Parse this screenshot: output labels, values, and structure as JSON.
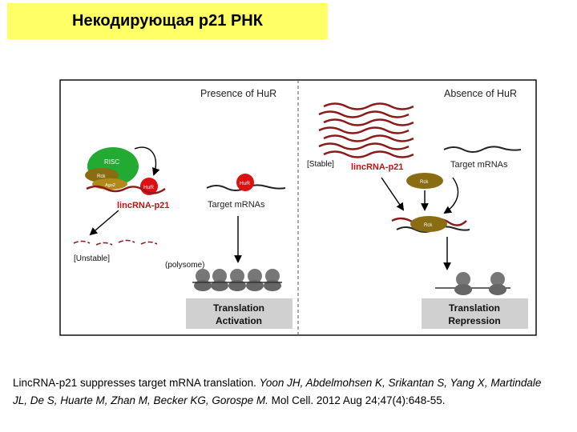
{
  "slide": {
    "title": "Некодирующая p21 РНК"
  },
  "diagram": {
    "left_panel": {
      "heading": "Presence of HuR",
      "risc_label": "RISC",
      "rck_label": "Rck",
      "ago_label": "Ago2",
      "hur_label": "HuR",
      "lincrna_label": "lincRNA-p21",
      "unstable_label": "[Unstable]",
      "target_label": "Target mRNAs",
      "target_hur_label": "HuR",
      "polysome_label": "(polysome)",
      "result_line1": "Translation",
      "result_line2": "Activation"
    },
    "right_panel": {
      "heading": "Absence of HuR",
      "stable_label": "[Stable]",
      "lincrna_label": "lincRNA-p21",
      "target_label": "Target mRNAs",
      "protein1_label": "Rck",
      "protein2_label": "Rck",
      "result_line1": "Translation",
      "result_line2": "Repression"
    },
    "colors": {
      "rna_red": "#8b1a1a",
      "hur_red": "#dd1111",
      "risc_green": "#22aa33",
      "rck_olive": "#8a6d12",
      "ribosome_gray": "#777777",
      "result_box_gray": "#d0d0d0"
    }
  },
  "citation": {
    "part1": "LincRNA-p21 suppresses target mRNA translation. ",
    "authors": "Yoon JH, Abdelmohsen K, Srikantan S, Yang X, Martindale JL, De S, Huarte M, Zhan M, Becker KG, Gorospe M.",
    "journal": " Mol Cell.",
    "year": " 2012 ",
    "date": "Aug 24;47(4):648-55."
  }
}
